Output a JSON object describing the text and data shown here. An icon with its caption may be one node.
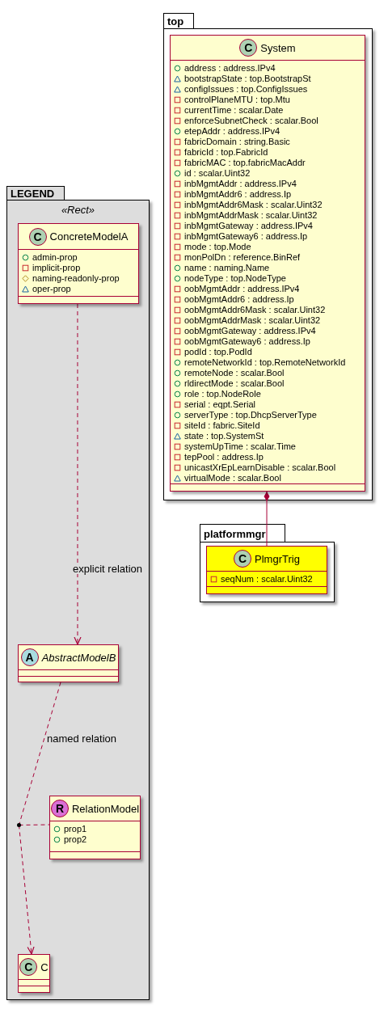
{
  "diagram": {
    "nodes": [
      {
        "text": [
          "LEGEND",
          "«Rect»"
        ]
      },
      {
        "text": [
          "C",
          "ConcreteModelA",
          "admin-prop",
          "implicit-prop",
          "naming-readonly-prop",
          "oper-prop"
        ],
        "in": 0
      },
      {
        "text": [
          "A",
          "AbstractModelB"
        ],
        "in": 0
      },
      {
        "text": [],
        "shape": "circle",
        "in": 0
      },
      {
        "text": [
          "R",
          "RelationModel",
          "prop1",
          "prop2"
        ],
        "in": 0
      },
      {
        "text": [
          "C",
          "C"
        ],
        "in": 0
      },
      {
        "text": [
          "top"
        ]
      },
      {
        "text": [
          "C",
          "System",
          "address : address.IPv4",
          "bootstrapState : top.BootstrapSt",
          "configIssues : top.ConfigIssues",
          "controlPlaneMTU : top.Mtu",
          "currentTime : scalar.Date",
          "enforceSubnetCheck : scalar.Bool",
          "etepAddr : address.IPv4",
          "fabricDomain : string.Basic",
          "fabricId : top.FabricId",
          "fabricMAC : top.fabricMacAddr",
          "id : scalar.Uint32",
          "inbMgmtAddr : address.IPv4",
          "inbMgmtAddr6 : address.Ip",
          "inbMgmtAddr6Mask : scalar.Uint32",
          "inbMgmtAddrMask : scalar.Uint32",
          "inbMgmtGateway : address.IPv4",
          "inbMgmtGateway6 : address.Ip",
          "mode : top.Mode",
          "monPolDn : reference.BinRef",
          "name : naming.Name",
          "nodeType : top.NodeType",
          "oobMgmtAddr : address.IPv4",
          "oobMgmtAddr6 : address.Ip",
          "oobMgmtAddr6Mask : scalar.Uint32",
          "oobMgmtAddrMask : scalar.Uint32",
          "oobMgmtGateway : address.IPv4",
          "oobMgmtGateway6 : address.Ip",
          "podId : top.PodId",
          "remoteNetworkId : top.RemoteNetworkId",
          "remoteNode : scalar.Bool",
          "rldirectMode : scalar.Bool",
          "role : top.NodeRole",
          "serial : eqpt.Serial",
          "serverType : top.DhcpServerType",
          "siteId : fabric.SiteId",
          "state : top.SystemSt",
          "systemUpTime : scalar.Time",
          "tepPool : address.Ip",
          "unicastXrEpLearnDisable : scalar.Bool",
          "virtualMode : scalar.Bool"
        ],
        "in": 6
      },
      {
        "text": [
          "platformmgr"
        ]
      },
      {
        "text": [
          "C",
          "PlmgrTrig",
          "seqNum : scalar.Uint32"
        ],
        "in": 8
      }
    ],
    "edges": [
      {
        "from": 1,
        "to": 2,
        "arrow": "to",
        "style": "dashed",
        "label": "explicit relation"
      },
      {
        "from": 2,
        "to": 3,
        "arrow": "none",
        "style": "dashed",
        "label": "named relation"
      },
      {
        "from": 3,
        "to": 5,
        "arrow": "to",
        "style": "dashed"
      },
      {
        "from": 3,
        "to": 4,
        "arrow": "none",
        "style": "dashed"
      },
      {
        "from": 7,
        "to": 9,
        "arrow": "other"
      }
    ]
  }
}
